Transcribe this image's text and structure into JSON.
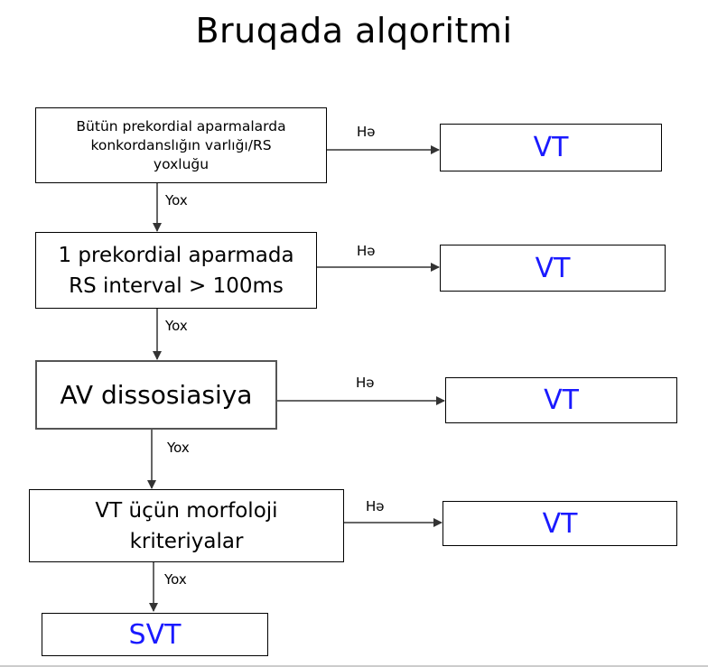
{
  "title": "Bruqada alqoritmi",
  "steps": [
    {
      "text": "Bütün prekordial aparmalarda\nkonkordanslığın varlığı/RS\nyoxluğu",
      "yes": "Hə",
      "no": "Yox",
      "result": "VT"
    },
    {
      "text": "1 prekordial aparmada\nRS interval > 100ms",
      "yes": "Hə",
      "no": "Yox",
      "result": "VT"
    },
    {
      "text": "AV dissosiasiya",
      "yes": "Hə",
      "no": "Yox",
      "result": "VT"
    },
    {
      "text": "VT üçün morfoloji\nkriteriyalar",
      "yes": "Hə",
      "no": "Yox",
      "result": "VT"
    }
  ],
  "final": "SVT",
  "colors": {
    "result_text": "#1a1aff",
    "line": "#333333"
  }
}
